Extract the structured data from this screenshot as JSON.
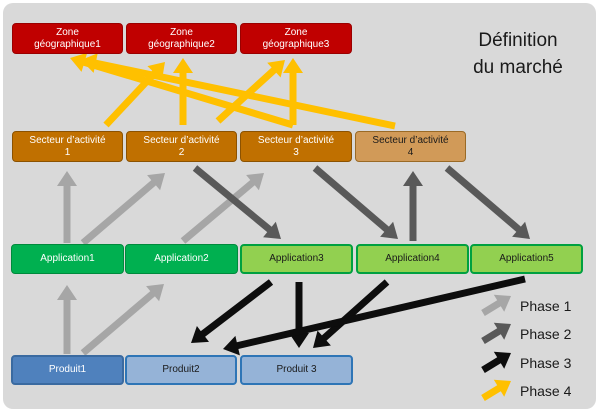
{
  "title": "Définition\ndu marché",
  "zones": [
    {
      "label": "Zone\ngéographique1"
    },
    {
      "label": "Zone\ngéographique2"
    },
    {
      "label": "Zone\ngéographique3"
    }
  ],
  "secteurs": [
    {
      "label": "Secteur d’activité\n1"
    },
    {
      "label": "Secteur d’activité\n2"
    },
    {
      "label": "Secteur d’activité\n3"
    },
    {
      "label": "Secteur d’activité\n4"
    }
  ],
  "applications": [
    {
      "label": "Application1"
    },
    {
      "label": "Application2"
    },
    {
      "label": "Application3"
    },
    {
      "label": "Application4"
    },
    {
      "label": "Application5"
    }
  ],
  "produits": [
    {
      "label": "Produit1"
    },
    {
      "label": "Produit2"
    },
    {
      "label": "Produit 3"
    }
  ],
  "legend": [
    {
      "label": "Phase 1",
      "color": "#a6a6a6"
    },
    {
      "label": "Phase 2",
      "color": "#595959"
    },
    {
      "label": "Phase 3",
      "color": "#0d0d0d"
    },
    {
      "label": "Phase 4",
      "color": "#ffc000"
    }
  ],
  "colors": {
    "background": "#d9d9d9",
    "zone": "#c00000",
    "secteur": "#c07000",
    "application": "#00b050",
    "application_light": "#92d050",
    "produit": "#4f81bd",
    "produit_light": "#95b3d7"
  }
}
